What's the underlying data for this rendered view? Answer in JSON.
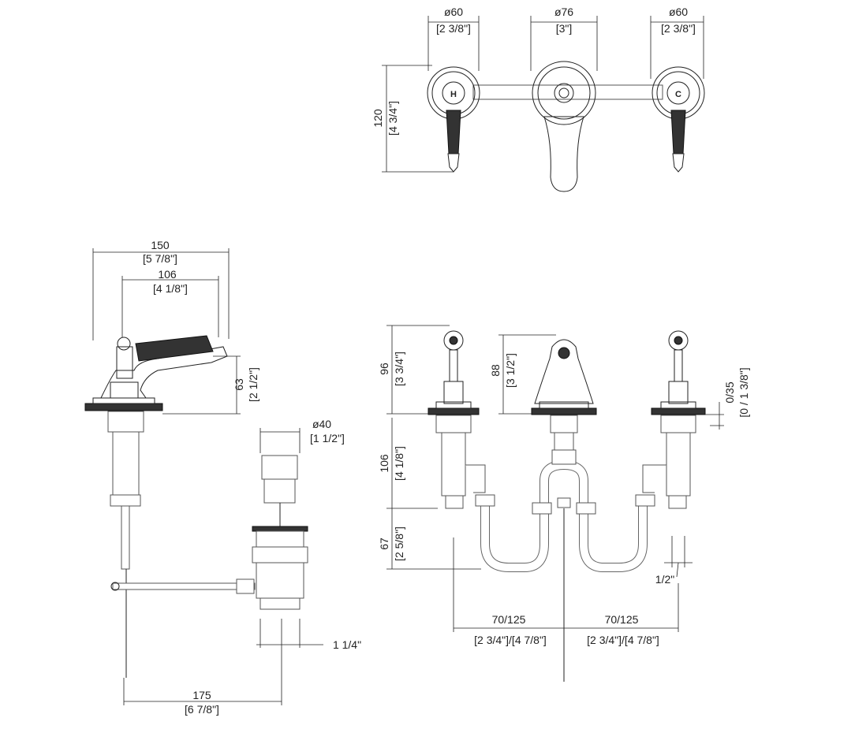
{
  "top_view": {
    "left_diameter": "ø60",
    "left_diameter_in": "[2 3/8\"]",
    "center_diameter": "ø76",
    "center_diameter_in": "[3\"]",
    "right_diameter": "ø60",
    "right_diameter_in": "[2 3/8\"]",
    "height": "120",
    "height_in": "[4 3/4\"]",
    "hot_label": "H",
    "cold_label": "C"
  },
  "side_view": {
    "overall_length": "150",
    "overall_length_in": "[5 7/8\"]",
    "spout_reach": "106",
    "spout_reach_in": "[4 1/8\"]",
    "spout_height": "63",
    "spout_height_in": "[2 1/2\"]",
    "drain_diameter": "ø40",
    "drain_diameter_in": "[1 1/2\"]",
    "drain_thread": "1 1/4\"",
    "rod_length": "175",
    "rod_length_in": "[6 7/8\"]"
  },
  "front_view": {
    "handle_height": "96",
    "handle_height_in": "[3 3/4\"]",
    "spout_height": "88",
    "spout_height_in": "[3 1/2\"]",
    "deck_thickness": "0/35",
    "deck_thickness_in": "[0 / 1 3/8\"]",
    "shank_length": "106",
    "shank_length_in": "[4 1/8\"]",
    "connection_drop": "67",
    "connection_drop_in": "[2 5/8\"]",
    "connection_size": "1/2\"",
    "left_spacing": "70/125",
    "left_spacing_in": "[2 3/4\"]/[4 7/8\"]",
    "right_spacing": "70/125",
    "right_spacing_in": "[2 3/4\"]/[4 7/8\"]"
  }
}
